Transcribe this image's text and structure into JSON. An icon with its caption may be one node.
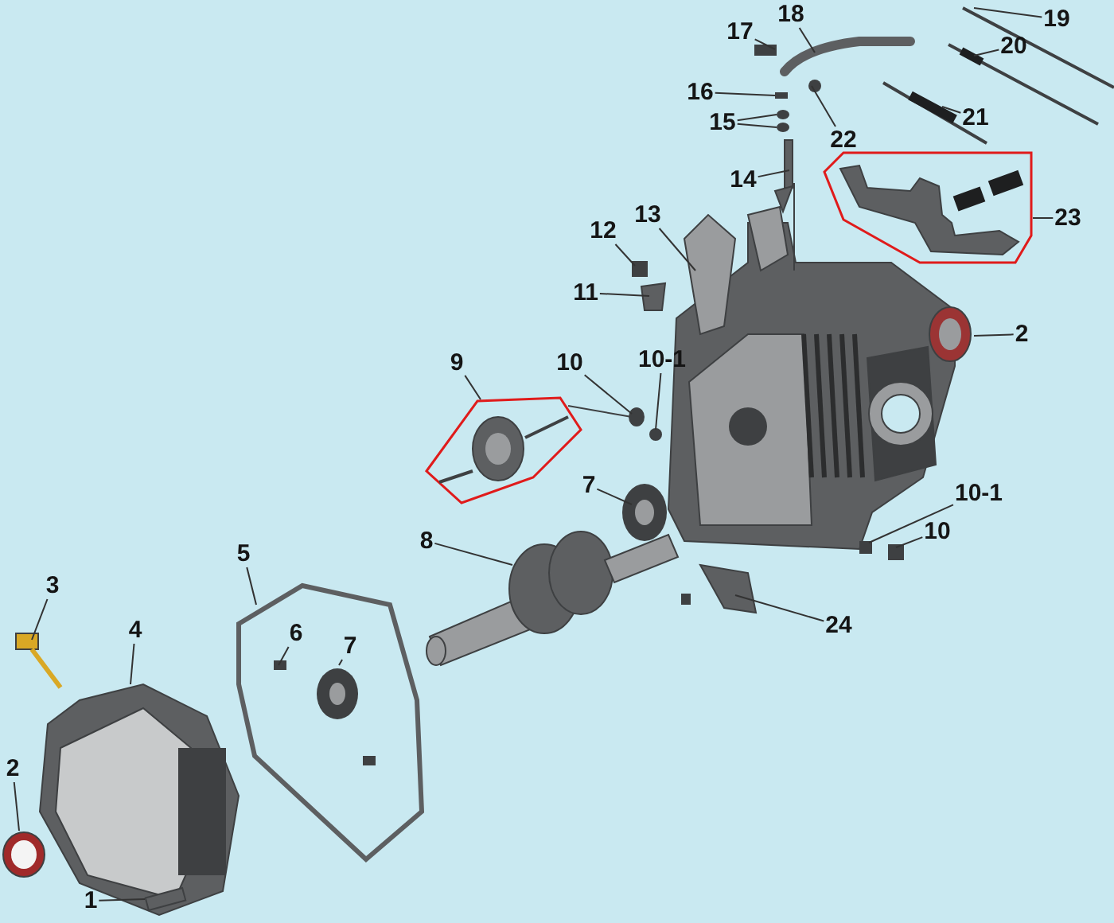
{
  "diagram": {
    "nodes": [
      {
        "text": [
          "18"
        ]
      },
      {
        "text": [
          "19"
        ]
      },
      {
        "text": [
          "17"
        ]
      },
      {
        "text": [
          "20"
        ]
      },
      {
        "text": [
          "16"
        ]
      },
      {
        "text": [
          "21"
        ]
      },
      {
        "text": [
          "15"
        ]
      },
      {
        "text": [
          "22"
        ]
      },
      {
        "text": [
          "14"
        ]
      },
      {
        "text": [
          "13"
        ]
      },
      {
        "text": [
          "23"
        ]
      },
      {
        "text": [
          "12"
        ]
      },
      {
        "text": [
          "11"
        ]
      },
      {
        "text": [
          "2"
        ]
      },
      {
        "text": [
          "9"
        ]
      },
      {
        "text": [
          "10"
        ]
      },
      {
        "text": [
          "10-1"
        ]
      },
      {
        "text": [
          "7"
        ]
      },
      {
        "text": [
          "10-1"
        ]
      },
      {
        "text": [
          "10"
        ]
      },
      {
        "text": [
          "8"
        ]
      },
      {
        "text": [
          "5"
        ]
      },
      {
        "text": [
          "3"
        ]
      },
      {
        "text": [
          "4"
        ]
      },
      {
        "text": [
          "24"
        ]
      },
      {
        "text": [
          "6"
        ]
      },
      {
        "text": [
          "7"
        ]
      },
      {
        "text": [
          "2"
        ]
      },
      {
        "text": [
          "1"
        ]
      }
    ],
    "edges": [
      {
        "from": 0,
        "to": null,
        "arrow": "none"
      },
      {
        "from": 1,
        "to": null,
        "arrow": "none"
      },
      {
        "from": 2,
        "to": null,
        "arrow": "none"
      },
      {
        "from": 3,
        "to": null,
        "arrow": "none"
      },
      {
        "from": 4,
        "to": null,
        "arrow": "none"
      },
      {
        "from": 5,
        "to": null,
        "arrow": "none"
      },
      {
        "from": 6,
        "to": null,
        "arrow": "none"
      },
      {
        "from": 6,
        "to": null,
        "arrow": "none"
      },
      {
        "from": 7,
        "to": null,
        "arrow": "none"
      },
      {
        "from": 8,
        "to": null,
        "arrow": "none"
      },
      {
        "from": 9,
        "to": null,
        "arrow": "none"
      },
      {
        "from": 10,
        "to": null,
        "arrow": "none"
      },
      {
        "from": 11,
        "to": null,
        "arrow": "none"
      },
      {
        "from": 12,
        "to": null,
        "arrow": "none"
      },
      {
        "from": 13,
        "to": null,
        "arrow": "none"
      },
      {
        "from": 14,
        "to": null,
        "arrow": "none"
      },
      {
        "from": 15,
        "to": null,
        "arrow": "none"
      },
      {
        "from": 16,
        "to": null,
        "arrow": "none"
      },
      {
        "from": 17,
        "to": null,
        "arrow": "none"
      },
      {
        "from": 18,
        "to": null,
        "arrow": "none"
      },
      {
        "from": 19,
        "to": null,
        "arrow": "none"
      },
      {
        "from": 20,
        "to": null,
        "arrow": "none"
      },
      {
        "from": 21,
        "to": null,
        "arrow": "none"
      },
      {
        "from": 22,
        "to": null,
        "arrow": "none"
      },
      {
        "from": 23,
        "to": null,
        "arrow": "none"
      },
      {
        "from": 24,
        "to": null,
        "arrow": "none"
      },
      {
        "from": 25,
        "to": null,
        "arrow": "none"
      },
      {
        "from": 26,
        "to": null,
        "arrow": "none"
      },
      {
        "from": 27,
        "to": null,
        "arrow": "none"
      },
      {
        "from": 28,
        "to": null,
        "arrow": "none"
      }
    ]
  }
}
